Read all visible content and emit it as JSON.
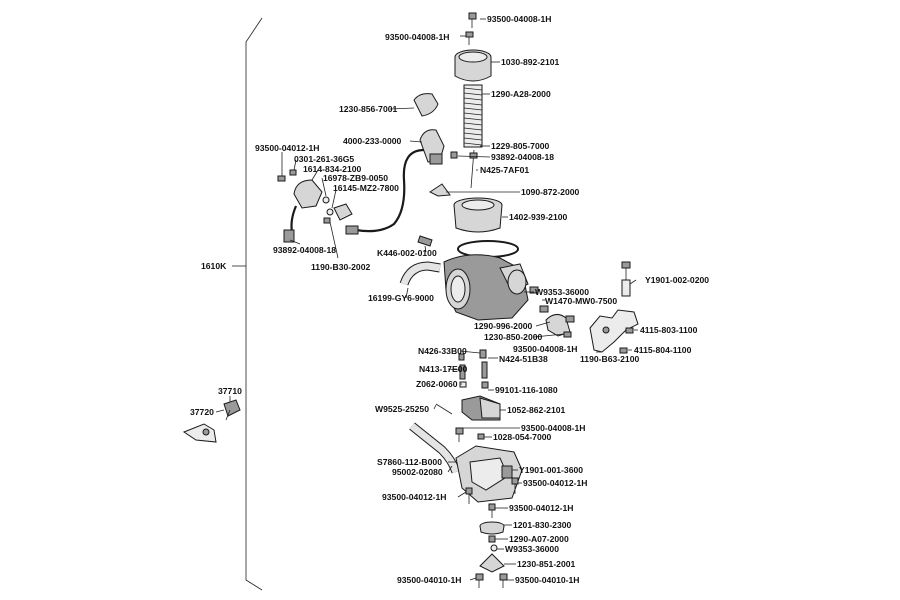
{
  "labels": {
    "l93500_04008_1h_top": "93500-04008-1H",
    "l93500_04008_1h_left": "93500-04008-1H",
    "l1030_892_2101": "1030-892-2101",
    "l1290_a28_2000": "1290-A28-2000",
    "l1230_856_7001": "1230-856-7001",
    "l4000_233_0000": "4000-233-0000",
    "l1229_805_7000": "1229-805-7000",
    "l93892_04008_18_top": "93892-04008-18",
    "ln425_7af01": "N425-7AF01",
    "l1090_872_2000": "1090-872-2000",
    "l1402_939_2100": "1402-939-2100",
    "l93500_04012_1h_left": "93500-04012-1H",
    "l0301_261_36g5": "0301-261-36G5",
    "l1614_834_2100": "1614-834-2100",
    "l16978_zb9_0050": "16978-ZB9-0050",
    "l16145_mz2_7800": "16145-MZ2-7800",
    "l93892_04008_18_bottom": "93892-04008-18",
    "lk446_002_0100": "K446-002-0100",
    "l1190_b30_2002": "1190-B30-2002",
    "l1610k": "1610K",
    "ly1901_002_0200": "Y1901-002-0200",
    "lw9353_36000_a": "W9353-36000",
    "lw1470_mw0_7500": "W1470-MW0-7500",
    "l16199_gy6_9000": "16199-GY6-9000",
    "l4115_803_1100": "4115-803-1100",
    "l1290_996_2000": "1290-996-2000",
    "l1230_850_2000": "1230-850-2000",
    "l4115_804_1100": "4115-804-1100",
    "l93500_04008_1h_mid": "93500-04008-1H",
    "ln426_33b00": "N426-33B00",
    "l1190_b63_2100": "1190-B63-2100",
    "ln424_51b38": "N424-51B38",
    "ln413_17e00": "N413-17E00",
    "lz062_0060": "Z062-0060",
    "l99101_116_1080": "99101-116-1080",
    "l37710": "37710",
    "l37720": "37720",
    "lw9525_25250": "W9525-25250",
    "l1052_862_2101": "1052-862-2101",
    "l93500_04008_1h_low": "93500-04008-1H",
    "l1028_054_7000": "1028-054-7000",
    "ls7860_112_b000": "S7860-112-B000",
    "l95002_02080": "95002-02080",
    "ly1901_001_3600": "Y1901-001-3600",
    "l93500_04012_1h_a": "93500-04012-1H",
    "l93500_04012_1h_b": "93500-04012-1H",
    "l93500_04012_1h_c": "93500-04012-1H",
    "l1201_830_2300": "1201-830-2300",
    "l1290_a07_2000": "1290-A07-2000",
    "lw9353_36000_b": "W9353-36000",
    "l1230_851_2001": "1230-851-2001",
    "l93500_04010_1h_a": "93500-04010-1H",
    "l93500_04010_1h_b": "93500-04010-1H"
  }
}
